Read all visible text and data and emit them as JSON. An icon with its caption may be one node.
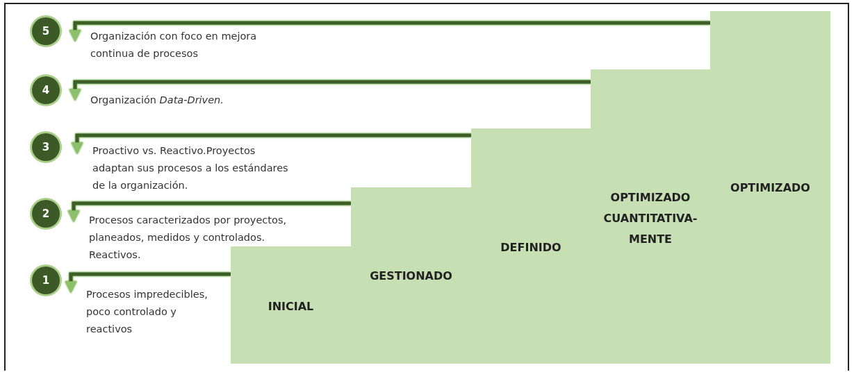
{
  "diagram": {
    "nodes": [
      {
        "text": [
          "5"
        ]
      },
      {
        "text": [
          "Organización con foco en mejora continua de procesos"
        ]
      },
      {
        "text": [
          "4"
        ]
      },
      {
        "text": [
          "Organización *Data-Driven.*"
        ]
      },
      {
        "text": [
          "3"
        ]
      },
      {
        "text": [
          "Proactivo vs. Reactivo.Proyectos adaptan sus procesos a los estándares de la organización."
        ]
      },
      {
        "text": [
          "2"
        ]
      },
      {
        "text": [
          "Procesos caracterizados por proyectos, planeados, medidos y controlados. Reactivos."
        ]
      },
      {
        "text": [
          "1"
        ]
      },
      {
        "text": [
          "Procesos impredecibles, poco controlado y reactivos"
        ]
      },
      {
        "text": [
          "INICIAL"
        ]
      },
      {
        "text": [
          "GESTIONADO"
        ]
      },
      {
        "text": [
          "DEFINIDO"
        ]
      },
      {
        "text": [
          "OPTIMIZADO CUANTITATIVA- MENTE"
        ]
      },
      {
        "text": [
          "OPTIMIZADO"
        ]
      }
    ],
    "edges": [
      {
        "from": 14,
        "to": 1,
        "arrow": "to"
      },
      {
        "from": 13,
        "to": 3,
        "arrow": "to"
      },
      {
        "from": 12,
        "to": 5,
        "arrow": "to"
      },
      {
        "from": 11,
        "to": 7,
        "arrow": "to"
      },
      {
        "from": 10,
        "to": 9,
        "arrow": "to"
      }
    ]
  }
}
